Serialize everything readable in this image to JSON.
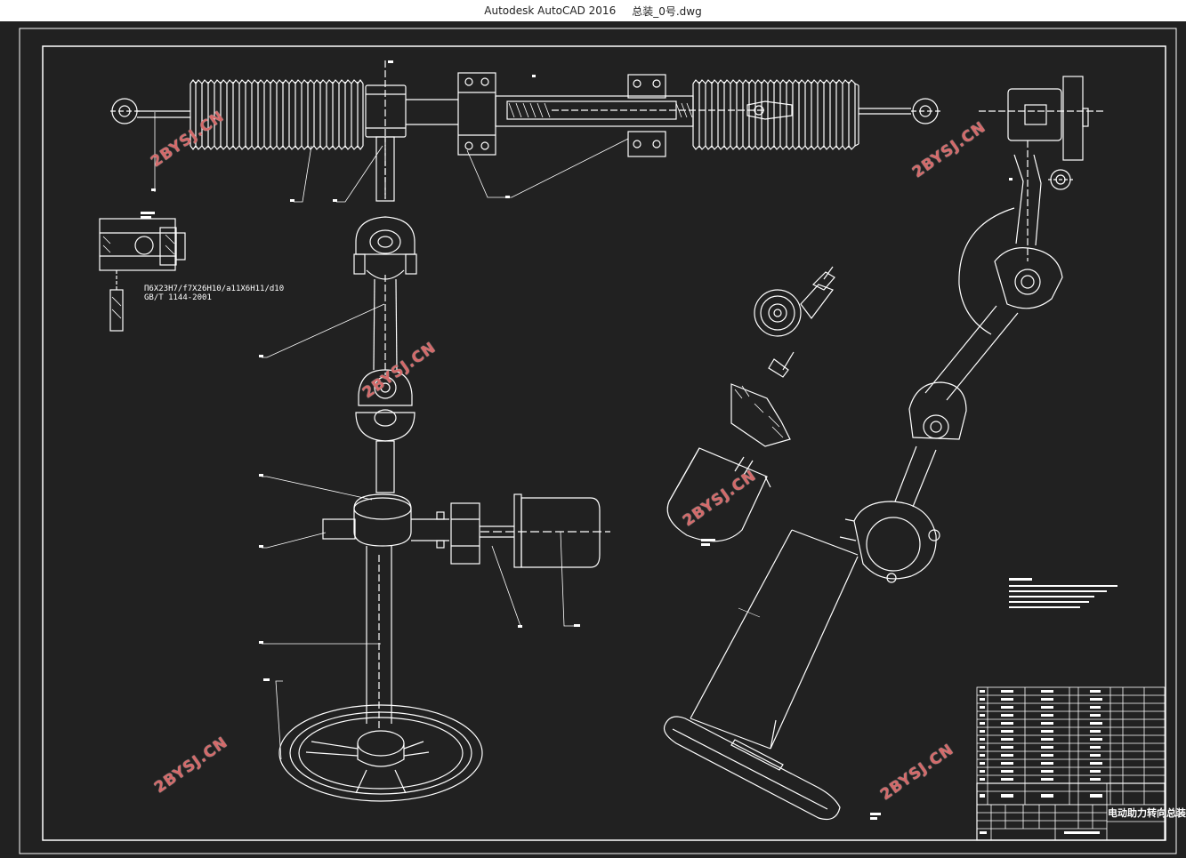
{
  "window": {
    "app_name": "Autodesk AutoCAD 2016",
    "file_name": "总装_0号.dwg"
  },
  "drawing": {
    "spline_note_line1": "Π6X23H7/f7X26H10/a11X6H11/d10",
    "spline_note_line2": "GB/T 1144-2001",
    "title_block_name": "电动助力转向总装配",
    "watermark_text": "2BYSJ.CN"
  },
  "colors": {
    "background": "#212121",
    "line": "#ffffff",
    "watermark": "#d46a6a"
  }
}
